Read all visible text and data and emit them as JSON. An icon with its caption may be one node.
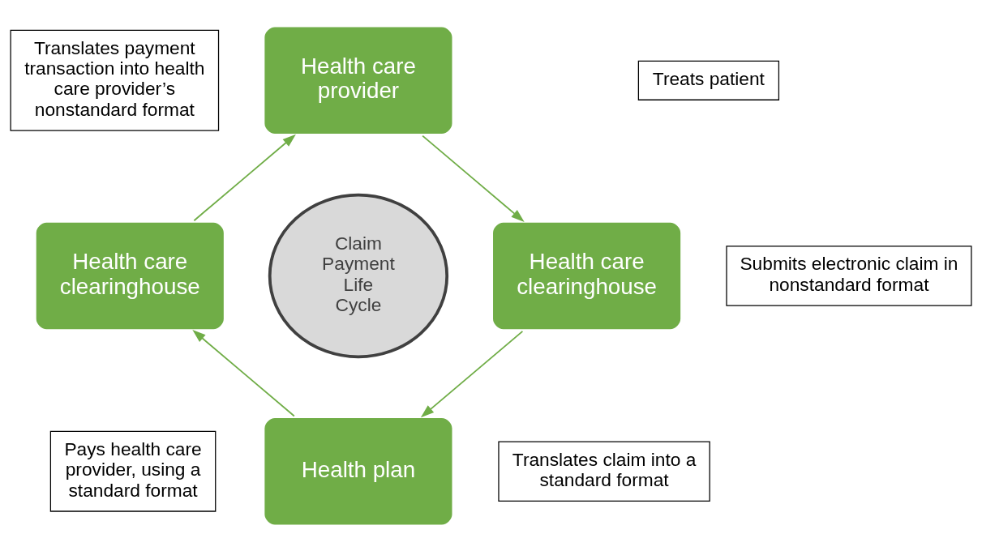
{
  "diagram": {
    "nodes": [
      {
        "text": [
          "Health care provider"
        ]
      },
      {
        "text": [
          "Health care clearinghouse"
        ]
      },
      {
        "text": [
          "Health plan"
        ]
      },
      {
        "text": [
          "Health care clearinghouse"
        ]
      },
      {
        "text": [
          "Claim Payment Life Cycle"
        ]
      },
      {
        "text": [
          "Treats patient"
        ]
      },
      {
        "text": [
          "Submits electronic claim in nonstandard format"
        ]
      },
      {
        "text": [
          "Translates claim into a standard format"
        ]
      },
      {
        "text": [
          "Pays health care provider, using a standard format"
        ]
      },
      {
        "text": [
          "Translates payment transaction into health care provider’s nonstandard format"
        ]
      }
    ],
    "edges": [
      {
        "from": 0,
        "to": 1,
        "arrow": "to"
      },
      {
        "from": 1,
        "to": 2,
        "arrow": "to"
      },
      {
        "from": 2,
        "to": 3,
        "arrow": "to"
      },
      {
        "from": 3,
        "to": 0,
        "arrow": "to"
      }
    ]
  }
}
